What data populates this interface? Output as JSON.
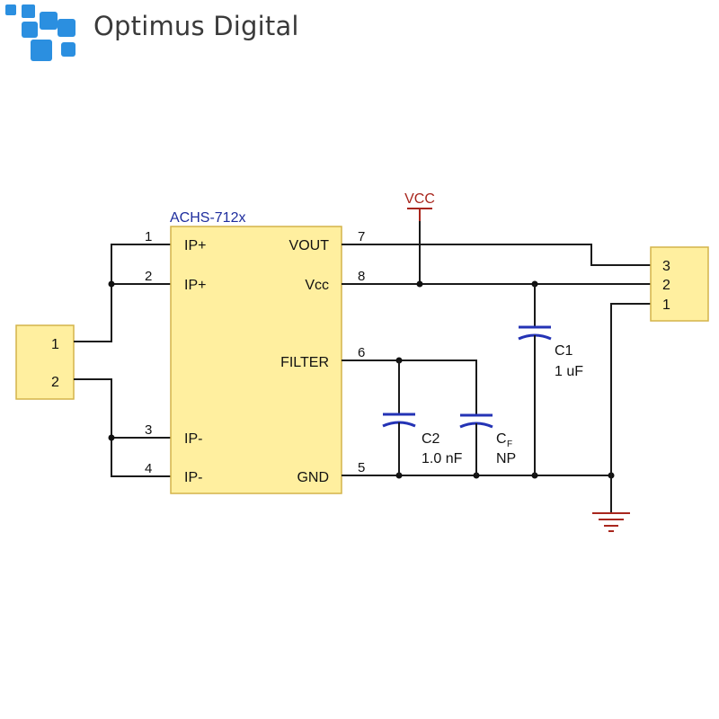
{
  "brand": {
    "name": "Optimus Digital",
    "icon": "pixel-logo-icon",
    "color": "#2b8fe0"
  },
  "chip": {
    "part": "ACHS-712x",
    "pins_left": [
      {
        "num": "1",
        "name": "IP+"
      },
      {
        "num": "2",
        "name": "IP+"
      },
      {
        "num": "3",
        "name": "IP-"
      },
      {
        "num": "4",
        "name": "IP-"
      }
    ],
    "pins_right": [
      {
        "num": "7",
        "name": "VOUT"
      },
      {
        "num": "8",
        "name": "Vcc"
      },
      {
        "num": "6",
        "name": "FILTER"
      },
      {
        "num": "5",
        "name": "GND"
      }
    ]
  },
  "supply": "VCC",
  "left_connector": [
    "1",
    "2"
  ],
  "right_connector": [
    "3",
    "2",
    "1"
  ],
  "capacitors": {
    "c1": {
      "name": "C1",
      "value": "1 uF"
    },
    "c2": {
      "name": "C2",
      "value": "1.0 nF"
    },
    "cf": {
      "name": "C",
      "subscript": "F",
      "value": "NP"
    }
  },
  "colors": {
    "chip_fill": "#ffef9f",
    "chip_stroke": "#d4b44a",
    "label_blue": "#1f2e9e",
    "cap_blue": "#2433b5",
    "power_red": "#a8261d",
    "wire": "#1a1a1a"
  }
}
